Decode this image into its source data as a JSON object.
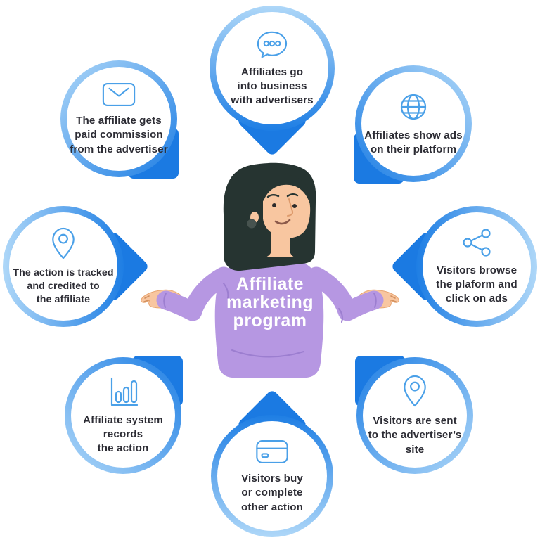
{
  "diagram_title": "Affiliate marketing program",
  "center": {
    "shirt_line1": "Affiliate",
    "shirt_line2": "marketing",
    "shirt_line3": "program"
  },
  "bubbles": [
    {
      "position": "top",
      "icon": "chat-dots-icon",
      "text": "Affiliates go\ninto business\nwith advertisers"
    },
    {
      "position": "top-right",
      "icon": "globe-icon",
      "text": "Affiliates show ads\non their platform"
    },
    {
      "position": "right",
      "icon": "share-icon",
      "text": "Visitors browse\nthe plaform and\nclick on ads"
    },
    {
      "position": "bottom-right",
      "icon": "map-pin-icon",
      "text": "Visitors are sent\nto the advertiser’s\nsite"
    },
    {
      "position": "bottom",
      "icon": "credit-card-icon",
      "text": "Visitors buy\nor complete\nother action"
    },
    {
      "position": "bottom-left",
      "icon": "bar-chart-icon",
      "text": "Affiliate system\nrecords\nthe action"
    },
    {
      "position": "left",
      "icon": "map-pin-icon",
      "text": "The action is tracked\nand credited to\nthe affiliate"
    },
    {
      "position": "top-left",
      "icon": "envelope-icon",
      "text": "The affiliate gets\npaid commission\nfrom the advertiser"
    }
  ],
  "colors": {
    "tail_blue": "#1b7ae2",
    "ring_dark": "#1e7ee4",
    "ring_light": "#aed7f8",
    "icon_blue": "#4aa0e8",
    "text_dark": "#2c2c34",
    "shirt_purple": "#b697e2",
    "skin": "#f8c6a0",
    "hair": "#263431"
  }
}
